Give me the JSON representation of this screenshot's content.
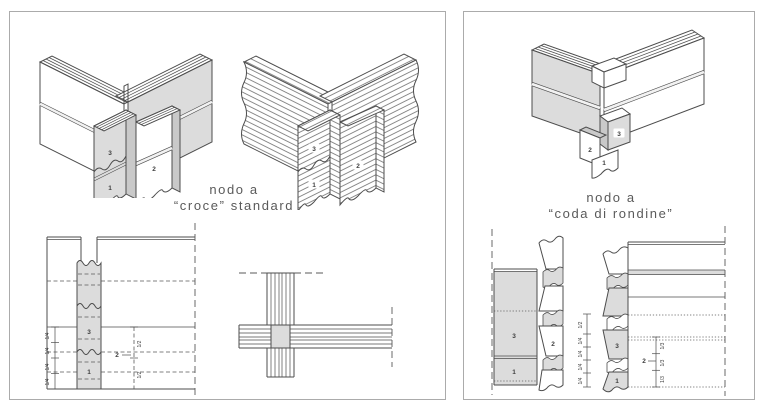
{
  "colors": {
    "background": "#ffffff",
    "panel_border": "#ababab",
    "line": "#4d4d4d",
    "fill_gray": "#dcdcdc",
    "fill_gray_dark": "#c9c9c9",
    "caption_text": "#5a5a5a"
  },
  "left_panel": {
    "caption": {
      "line1": "nodo a",
      "line2": "“croce” standard"
    },
    "iso_smooth": {
      "part1": "1",
      "part2": "2",
      "part3": "3"
    },
    "iso_laminated": {
      "part1": "1",
      "part2": "2",
      "part3": "3"
    },
    "elevation": {
      "part1": "1",
      "part2": "2",
      "part3": "3",
      "dims_left": [
        "1/4",
        "1/4",
        "1/4",
        "1/4"
      ],
      "dims_right": [
        "1/2",
        "1/2"
      ]
    }
  },
  "right_panel": {
    "caption": {
      "line1": "nodo a",
      "line2": "“coda di rondine”"
    },
    "iso": {
      "part1": "1",
      "part2": "2",
      "part3": "3"
    },
    "elevation_left": {
      "part1": "1",
      "part2": "2",
      "part3": "3"
    },
    "elevation_right": {
      "part1": "1",
      "part2": "2",
      "part3": "3",
      "dims_left": [
        "1/2",
        "1/4",
        "1/4",
        "1/4",
        "1/4"
      ],
      "dims_right": [
        "1/3",
        "1/3",
        "1/3"
      ]
    }
  }
}
